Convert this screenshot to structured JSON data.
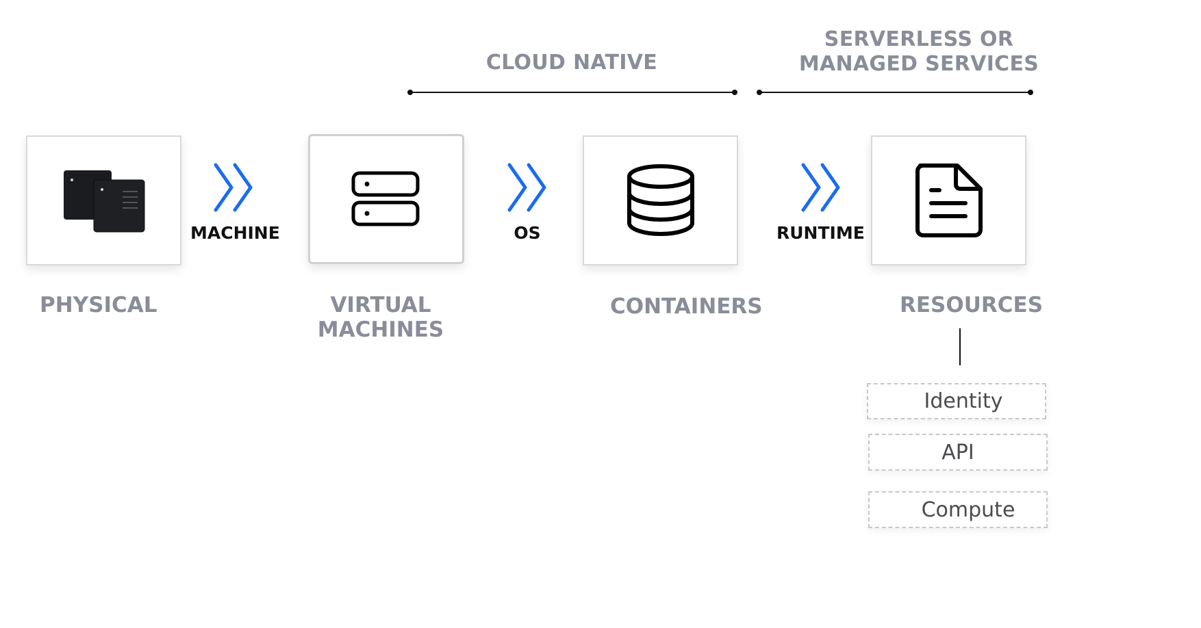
{
  "groups": {
    "cloud_native": "CLOUD NATIVE",
    "serverless_line1": "SERVERLESS OR",
    "serverless_line2": "MANAGED SERVICES"
  },
  "stages": [
    {
      "label": "PHYSICAL",
      "icon": "server-hardware-icon"
    },
    {
      "label_line1": "VIRTUAL",
      "label_line2": "MACHINES",
      "icon": "server-stack-icon"
    },
    {
      "label": "CONTAINERS",
      "icon": "database-icon"
    },
    {
      "label": "RESOURCES",
      "icon": "document-icon"
    }
  ],
  "transitions": [
    {
      "label": "MACHINE",
      "icon": "double-chevron-right-icon"
    },
    {
      "label": "OS",
      "icon": "double-chevron-right-icon"
    },
    {
      "label": "RUNTIME",
      "icon": "double-chevron-right-icon"
    }
  ],
  "resources": [
    "Identity",
    "API",
    "Compute"
  ],
  "colors": {
    "accent": "#1a6cf0",
    "label_gray": "#8a8d99",
    "ink": "#111111"
  }
}
